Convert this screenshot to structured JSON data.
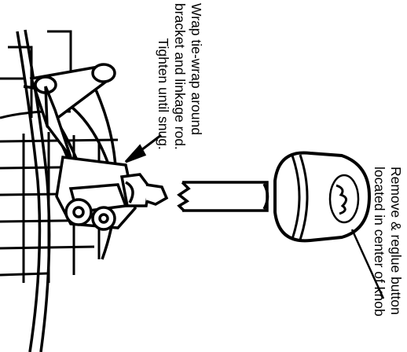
{
  "labels": {
    "wrap_line1": "Wrap tie-wrap around",
    "wrap_line2": "bracket and linkage rod.",
    "wrap_line3": "Tighten until snug.",
    "button_line1": "Remove & reglue button",
    "button_line2": "located in center of knob"
  },
  "colors": {
    "ink": "#000000",
    "paper": "#ffffff"
  }
}
